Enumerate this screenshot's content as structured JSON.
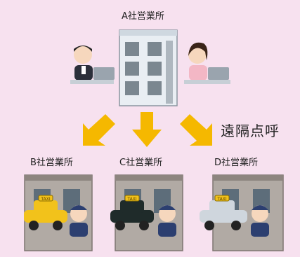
{
  "headquarters": {
    "label": "A社営業所"
  },
  "instruction": {
    "label": "遠隔点呼"
  },
  "branches": [
    {
      "label": "B社営業所",
      "car_color": "#f2c21b"
    },
    {
      "label": "C社営業所",
      "car_color": "#1f2b2a"
    },
    {
      "label": "D社営業所",
      "car_color": "#cfd6dd"
    }
  ],
  "taxi_sign": "TAXI",
  "colors": {
    "background": "#f7e1ef",
    "arrow": "#f5b800"
  }
}
